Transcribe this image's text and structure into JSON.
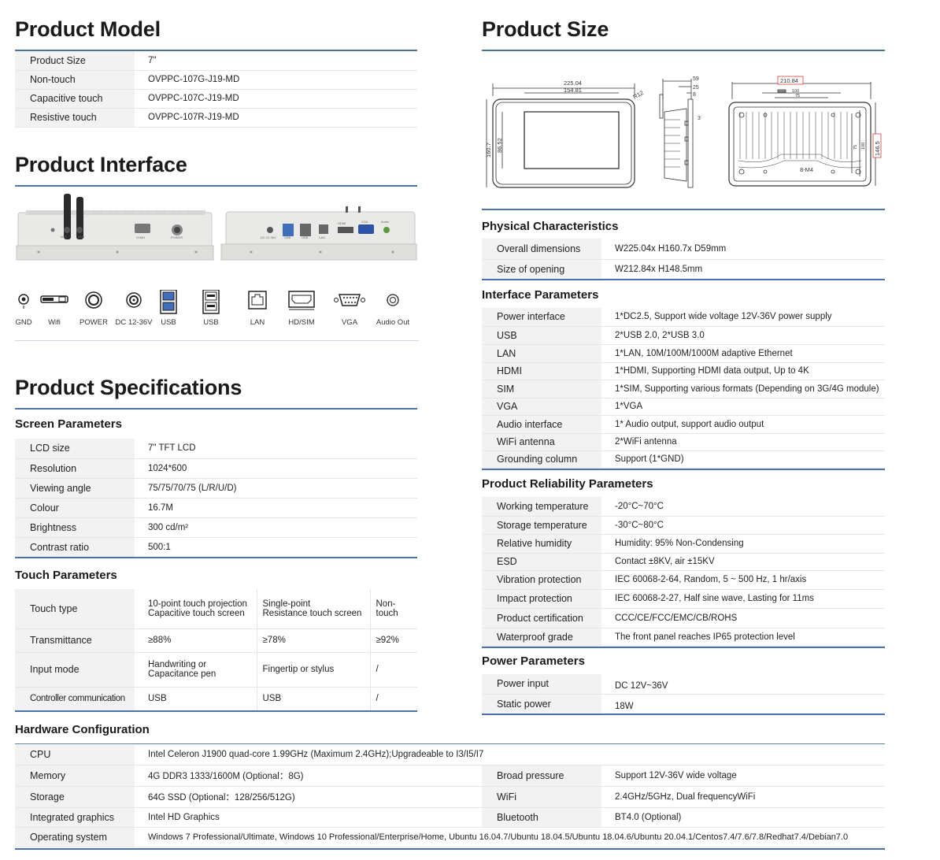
{
  "model": {
    "title": "Product Model",
    "rows": [
      {
        "k": "Product Size",
        "v": "7\""
      },
      {
        "k": "Non-touch",
        "v": "OVPPC-107G-J19-MD"
      },
      {
        "k": "Capacitive touch",
        "v": "OVPPC-107C-J19-MD"
      },
      {
        "k": "Resistive touch",
        "v": "OVPPC-107R-J19-MD"
      }
    ]
  },
  "interface": {
    "title": "Product Interface",
    "port_labels_left": [
      "DC 12-36V",
      "WiFi",
      "WiFi",
      "COM1",
      "POWER"
    ],
    "port_labels_right": [
      "DC 12-36V",
      "USB",
      "USB",
      "LAN",
      "HDMI/SIM",
      "VGA",
      "Audio Out"
    ],
    "icons": [
      {
        "label": "GND",
        "icon": "gnd-icon"
      },
      {
        "label": "Wifi",
        "icon": "wifi-antenna-icon"
      },
      {
        "label": "POWER",
        "icon": "power-button-icon"
      },
      {
        "label": "DC 12-36V",
        "icon": "dc-jack-icon"
      },
      {
        "label": "USB",
        "icon": "usb3-icon"
      },
      {
        "label": "USB",
        "icon": "usb2-icon"
      },
      {
        "label": "LAN",
        "icon": "lan-icon"
      },
      {
        "label": "HD/SIM",
        "icon": "hdmi-icon"
      },
      {
        "label": "VGA",
        "icon": "vga-icon"
      },
      {
        "label": "Audio Out",
        "icon": "audio-out-icon"
      }
    ]
  },
  "specs": {
    "title": "Product Specifications",
    "screen": {
      "title": "Screen Parameters",
      "rows": [
        {
          "k": "LCD size",
          "v": "7\" TFT LCD"
        },
        {
          "k": "Resolution",
          "v": "1024*600"
        },
        {
          "k": "Viewing angle",
          "v": "75/75/70/75 (L/R/U/D)"
        },
        {
          "k": "Colour",
          "v": "16.7M"
        },
        {
          "k": "Brightness",
          "v": "300 cd/m²"
        },
        {
          "k": "Contrast ratio",
          "v": "500:1"
        }
      ]
    },
    "touch": {
      "title": "Touch Parameters",
      "rows": [
        {
          "k": "Touch type",
          "a": "10-point touch projection\nCapacitive touch screen",
          "b": "Single-point\nResistance touch screen",
          "c": "Non-touch"
        },
        {
          "k": "Transmittance",
          "a": "≥88%",
          "b": "≥78%",
          "c": "≥92%"
        },
        {
          "k": "Input mode",
          "a": "Handwriting or\nCapacitance pen",
          "b": "Fingertip or stylus",
          "c": "/"
        },
        {
          "k": "Controller communication",
          "a": "USB",
          "b": "USB",
          "c": "/"
        }
      ]
    }
  },
  "size": {
    "title": "Product Size",
    "dims": [
      "225.04",
      "154.81",
      "160.7",
      "86.52",
      "R12",
      "59",
      "25",
      "8",
      "3",
      "210.84",
      "100",
      "75",
      "75",
      "100",
      "146.5",
      "8-M4"
    ]
  },
  "physical": {
    "title": "Physical Characteristics",
    "rows": [
      {
        "k": "Overall dimensions",
        "v": "W225.04x H160.7x D59mm"
      },
      {
        "k": "Size of opening",
        "v": "W212.84x H148.5mm"
      }
    ]
  },
  "interface_params": {
    "title": "Interface Parameters",
    "rows": [
      {
        "k": "Power interface",
        "v": "1*DC2.5, Support wide voltage 12V-36V power supply"
      },
      {
        "k": "USB",
        "v": "2*USB 2.0, 2*USB 3.0"
      },
      {
        "k": "LAN",
        "v": "1*LAN, 10M/100M/1000M adaptive Ethernet"
      },
      {
        "k": "HDMI",
        "v": "1*HDMI, Supporting HDMI data output, Up to 4K"
      },
      {
        "k": "SIM",
        "v": "1*SIM, Supporting various formats (Depending on 3G/4G module)"
      },
      {
        "k": "VGA",
        "v": "1*VGA"
      },
      {
        "k": "Audio interface",
        "v": "1* Audio output, support audio output"
      },
      {
        "k": "WiFi antenna",
        "v": "2*WiFi antenna"
      },
      {
        "k": "Grounding column",
        "v": "Support (1*GND)"
      }
    ]
  },
  "reliability": {
    "title": "Product Reliability Parameters",
    "rows": [
      {
        "k": "Working temperature",
        "v": "-20°C~70°C"
      },
      {
        "k": "Storage temperature",
        "v": "-30°C~80°C"
      },
      {
        "k": "Relative humidity",
        "v": "Humidity: 95% Non-Condensing"
      },
      {
        "k": "ESD",
        "v": "Contact ±8KV, air ±15KV"
      },
      {
        "k": "Vibration protection",
        "v": "IEC 60068-2-64, Random, 5 ~ 500 Hz, 1 hr/axis"
      },
      {
        "k": "Impact protection",
        "v": "IEC 60068-2-27, Half sine wave, Lasting for 11ms"
      },
      {
        "k": "Product certification",
        "v": "CCC/CE/FCC/EMC/CB/ROHS"
      },
      {
        "k": "Waterproof grade",
        "v": "The front panel reaches IP65 protection level"
      }
    ]
  },
  "power": {
    "title": "Power Parameters",
    "rows": [
      {
        "k": "Power input",
        "v": "DC 12V~36V"
      },
      {
        "k": "Static power",
        "v": "18W"
      }
    ]
  },
  "hardware": {
    "title": "Hardware Configuration",
    "cpu": {
      "k": "CPU",
      "v": "Intel Celeron J1900 quad-core 1.99GHz (Maximum 2.4GHz);Upgradeable to I3/I5/I7"
    },
    "left": [
      {
        "k": "Memory",
        "v": "4G DDR3 1333/1600M (Optional：8G)"
      },
      {
        "k": "Storage",
        "v": "64G SSD (Optional：128/256/512G)"
      },
      {
        "k": "Integrated graphics",
        "v": "Intel HD Graphics"
      }
    ],
    "right": [
      {
        "k": "Broad pressure",
        "v": "Support 12V-36V wide voltage"
      },
      {
        "k": "WiFi",
        "v": "2.4GHz/5GHz, Dual frequencyWiFi"
      },
      {
        "k": "Bluetooth",
        "v": "BT4.0 (Optional)"
      }
    ],
    "os": {
      "k": "Operating system",
      "v": "Windows 7 Professional/Ultimate, Windows 10 Professional/Enterprise/Home, Ubuntu 16.04.7/Ubuntu 18.04.5/Ubuntu 18.04.6/Ubuntu 20.04.1/Centos7.4/7.6/7.8/Redhat7.4/Debian7.0"
    }
  }
}
